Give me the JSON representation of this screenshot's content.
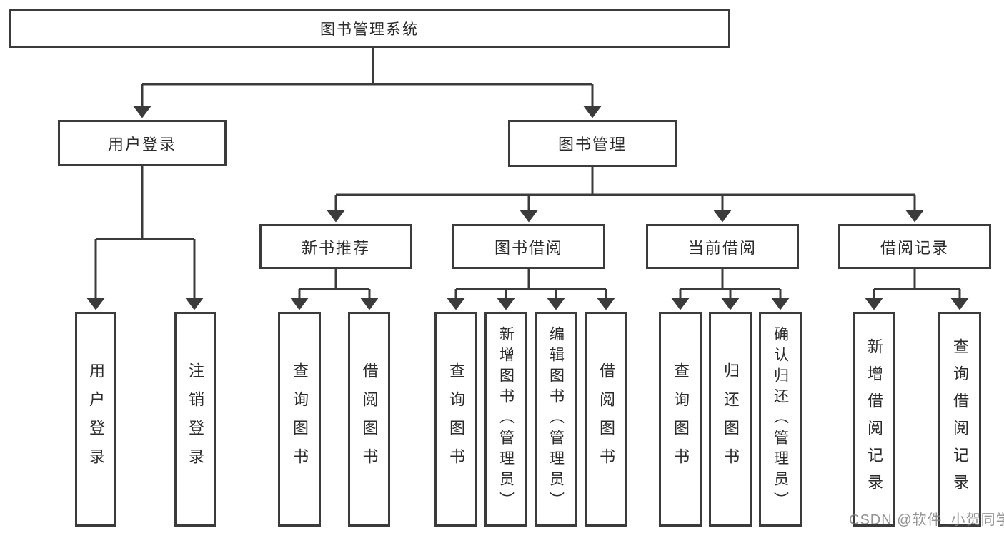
{
  "diagram": {
    "root": "图书管理系统",
    "level1": [
      "用户登录",
      "图书管理"
    ],
    "level2": [
      "新书推荐",
      "图书借阅",
      "当前借阅",
      "借阅记录"
    ],
    "leaves": {
      "user_login": [
        "用户登录",
        "注销登录"
      ],
      "new_book": [
        "查询图书",
        "借阅图书"
      ],
      "book_borrow": [
        "查询图书",
        "新增图书（管理员）",
        "编辑图书（管理员）",
        "借阅图书"
      ],
      "current_borrow": [
        "查询图书",
        "归还图书",
        "确认归还（管理员）"
      ],
      "borrow_record": [
        "新增借阅记录",
        "查询借阅记录"
      ]
    },
    "watermark": "CSDN @软件_小贺同学",
    "colors": {
      "line": "#3b3b3b",
      "text": "#2b2b2b",
      "watermark": "#808080",
      "background": "#ffffff"
    }
  }
}
